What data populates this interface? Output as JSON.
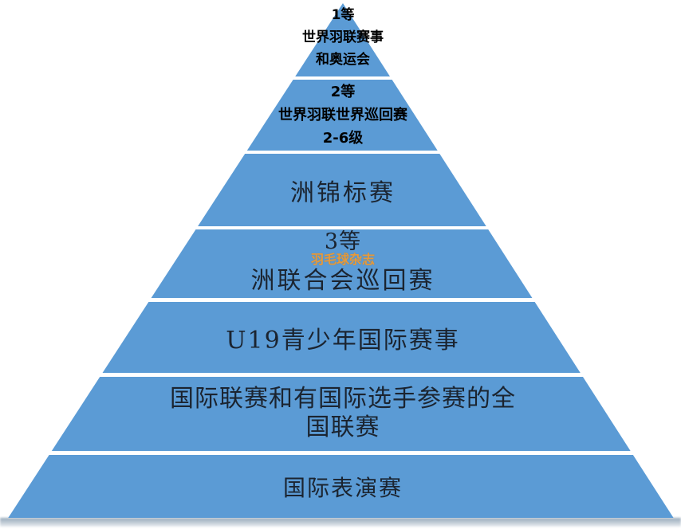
{
  "diagram": {
    "type": "pyramid",
    "subject": "badminton tournament grade hierarchy",
    "levels": 7
  },
  "colors": {
    "pyramid_blue": "#5B9BD5",
    "separator_white": "#FFFFFF",
    "watermark_orange": "#E59A3C",
    "bold_text": "#000000",
    "serif_text": "#1B2430"
  },
  "tiers": [
    {
      "id": "tier-1",
      "lines": [
        "1等",
        "世界羽联赛事",
        "和奥运会"
      ]
    },
    {
      "id": "tier-2",
      "lines": [
        "2等",
        "世界羽联世界巡回赛",
        "2-6级"
      ]
    },
    {
      "id": "tier-3",
      "lines": [
        "洲锦标赛"
      ]
    },
    {
      "id": "tier-4",
      "lines": [
        "3等",
        "洲联合会巡回赛"
      ],
      "watermark": "羽毛球杂志"
    },
    {
      "id": "tier-5",
      "lines": [
        "U19青少年国际赛事"
      ]
    },
    {
      "id": "tier-6",
      "lines": [
        "国际联赛和有国际选手参赛的全",
        "国联赛"
      ]
    },
    {
      "id": "tier-7",
      "lines": [
        "国际表演赛"
      ]
    }
  ]
}
